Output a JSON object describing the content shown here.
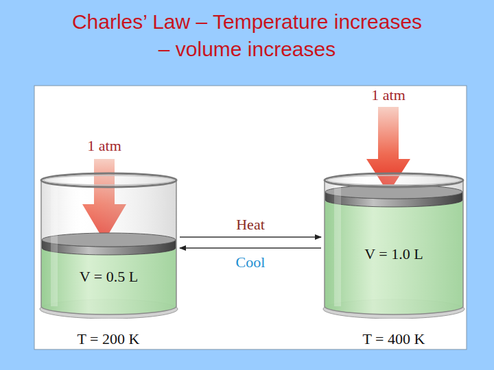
{
  "diagram": {
    "title": "Charles’ Law – Temperature increases – volume increases",
    "nodes": [
      {
        "text": [
          "V = 0.5 L"
        ]
      },
      {
        "text": [
          "V = 1.0 L"
        ]
      }
    ],
    "edges": [
      {
        "from": 0,
        "to": 1,
        "arrow": "to",
        "label": "Heat"
      },
      {
        "from": 1,
        "to": 0,
        "arrow": "to",
        "label": "Cool"
      }
    ],
    "labels": [
      "1 atm",
      "T = 200 K",
      "1 atm",
      "T = 400 K"
    ]
  }
}
